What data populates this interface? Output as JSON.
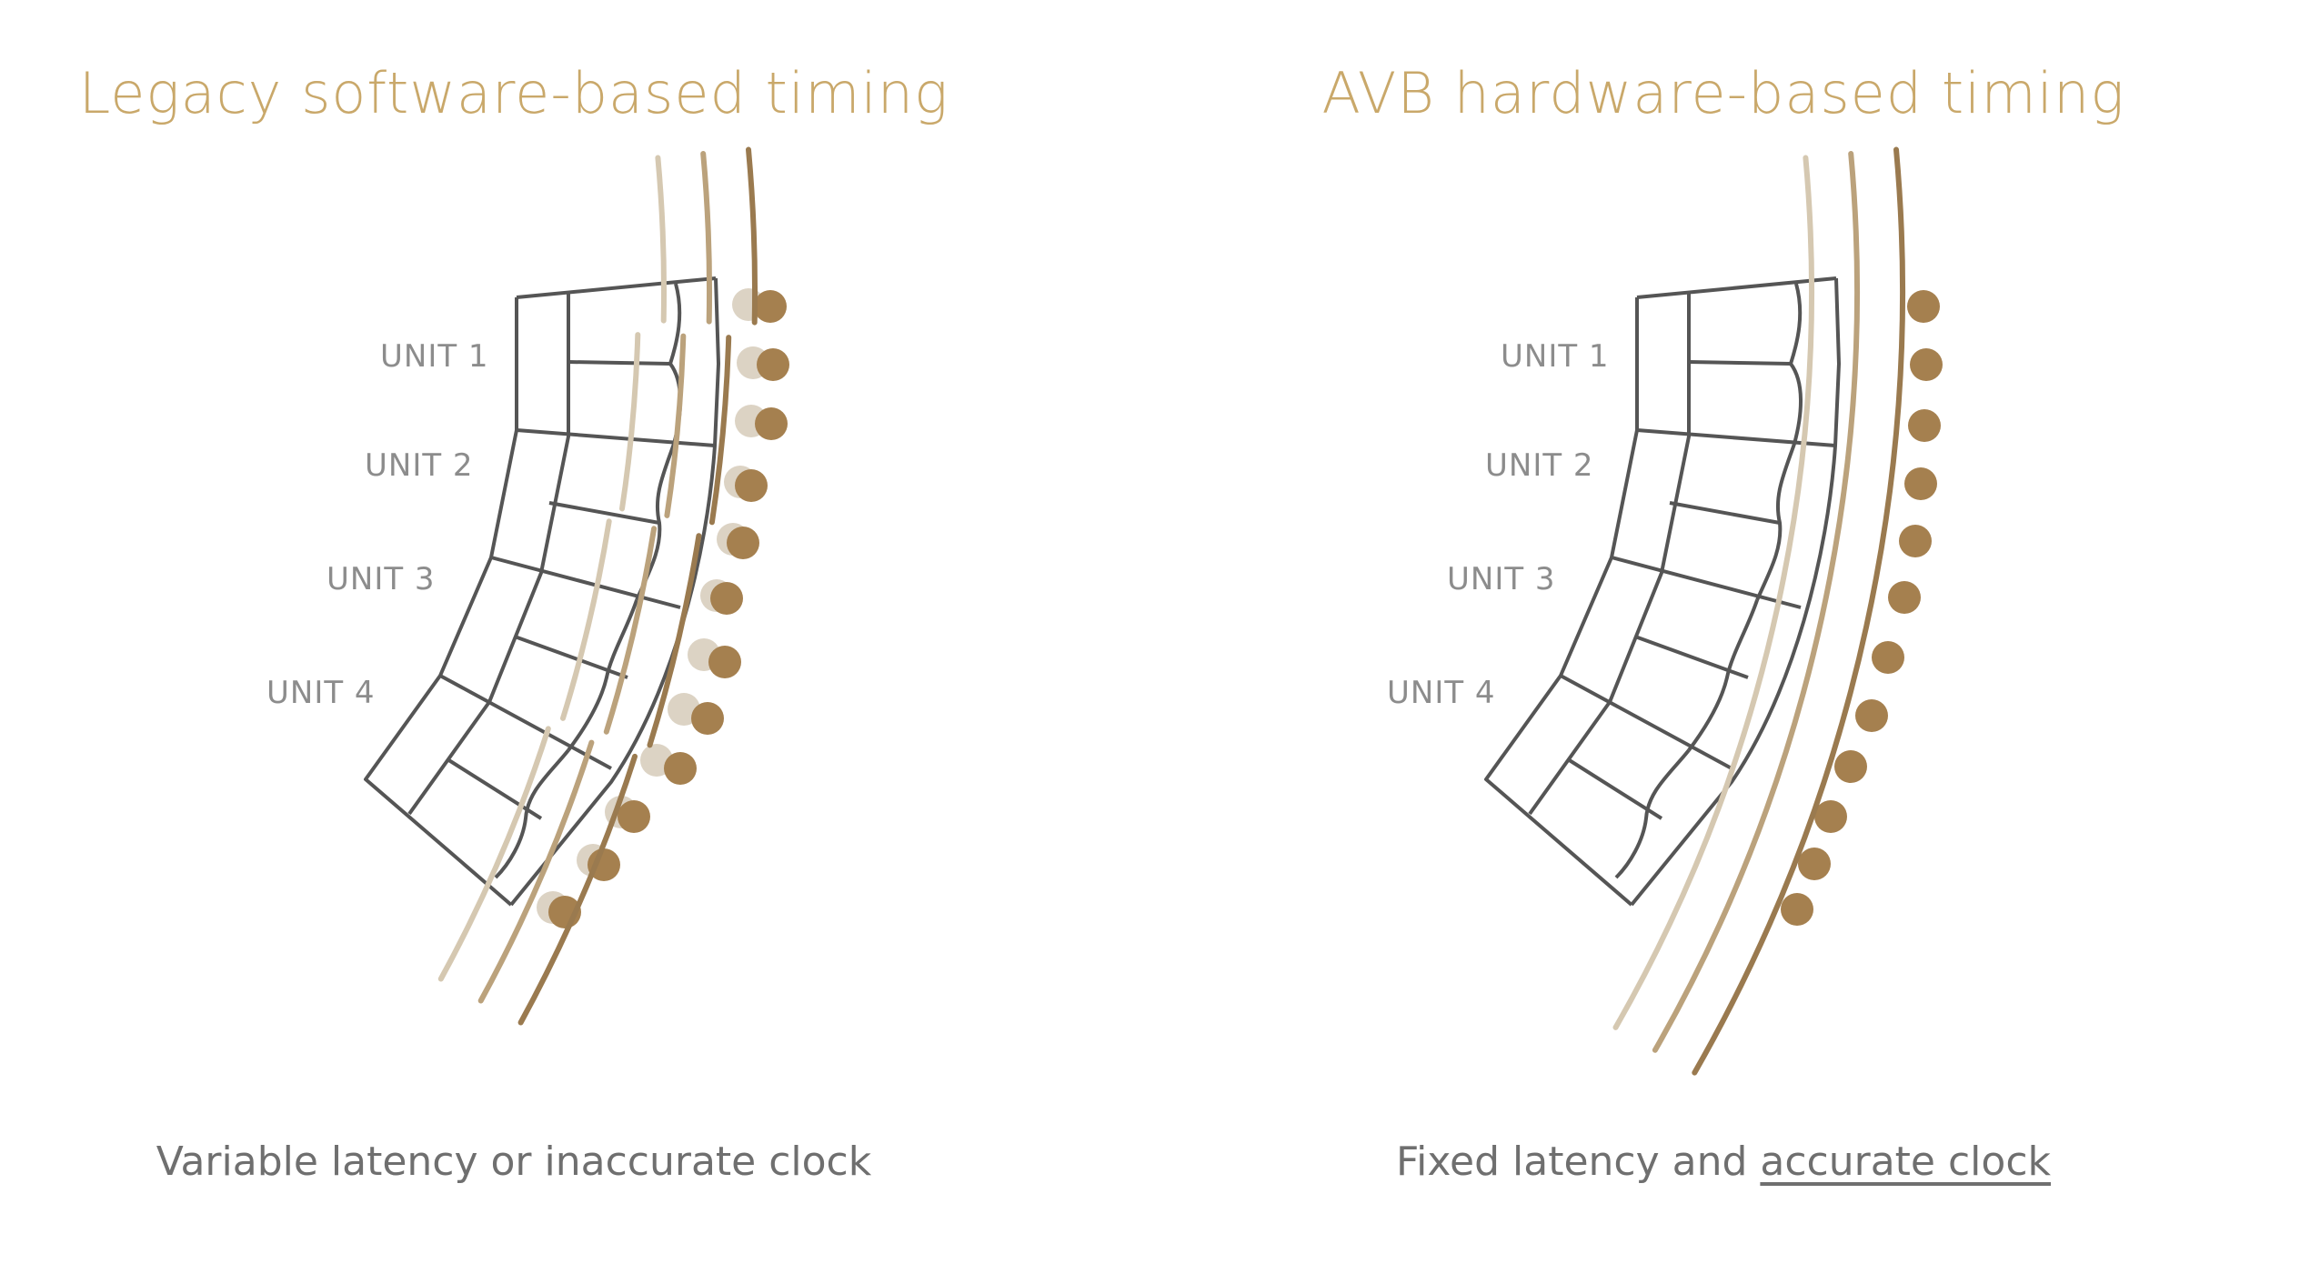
{
  "colors": {
    "title": "#c9a86a",
    "caption": "#6f6f6f",
    "unit_label": "#8c8c8c",
    "cabinet_stroke": "#555555",
    "dot_solid": "#a5804f",
    "dot_ghost": "#dcd3c4",
    "wave_light": "#d5c8b1",
    "wave_mid": "#bba27c",
    "wave_dark": "#9a7a4f"
  },
  "left_panel": {
    "title": "Legacy software-based timing",
    "caption": "Variable latency or inaccurate clock",
    "units": [
      "UNIT 1",
      "UNIT 2",
      "UNIT 3",
      "UNIT 4"
    ]
  },
  "right_panel": {
    "title": "AVB hardware-based timing",
    "caption_prefix": "Fixed latency and ",
    "caption_accent": "accurate clock",
    "units": [
      "UNIT 1",
      "UNIT 2",
      "UNIT 3",
      "UNIT 4"
    ]
  }
}
